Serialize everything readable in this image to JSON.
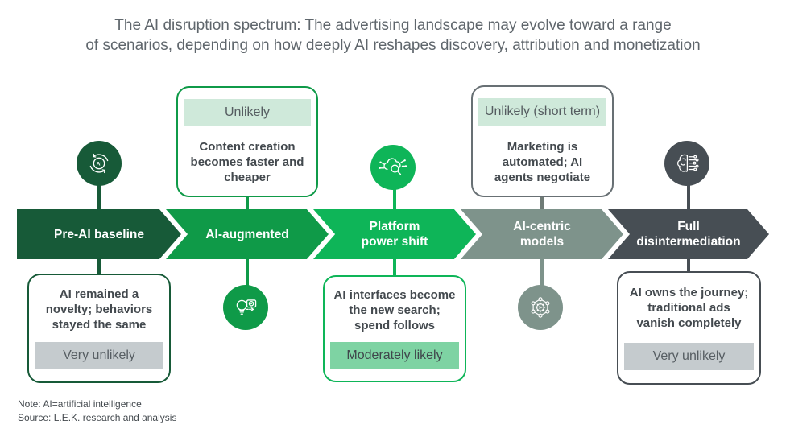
{
  "title": "The AI disruption spectrum: The advertising landscape may evolve toward a range\nof scenarios, depending on how deeply AI reshapes discovery, attribution and monetization",
  "colors": {
    "dark_green": "#175A38",
    "green": "#0F9A48",
    "bright_green": "#0EB558",
    "gray_green": "#7E938B",
    "dark_gray": "#474E54",
    "badge_light_green": "#CFE9DA",
    "badge_medium_green": "#7ED3A3",
    "badge_gray": "#C5CBCE",
    "text_dark": "#43494E",
    "title_gray": "#5F666C"
  },
  "stages": [
    {
      "label": "Pre-AI baseline",
      "arrow_color": "#175A38",
      "icon": "ai-refresh-icon",
      "icon_position": "top",
      "callout": {
        "position": "bottom",
        "text": "AI remained a\nnovelty; behaviors\nstayed the same",
        "badge": "Very unlikely",
        "badge_color": "#C5CBCE"
      }
    },
    {
      "label": "AI-augmented",
      "arrow_color": "#0F9A48",
      "icon": "lightbulb-video-icon",
      "icon_position": "bottom",
      "callout": {
        "position": "top",
        "text": "Content creation\nbecomes faster and\ncheaper",
        "badge": "Unlikely",
        "badge_color": "#CFE9DA"
      }
    },
    {
      "label": "Platform\npower shift",
      "arrow_color": "#0EB558",
      "icon": "cloud-search-icon",
      "icon_position": "top",
      "callout": {
        "position": "bottom",
        "text": "AI interfaces become\nthe new search;\nspend follows",
        "badge": "Moderately likely",
        "badge_color": "#7ED3A3"
      }
    },
    {
      "label": "AI-centric\nmodels",
      "arrow_color": "#7E938B",
      "icon": "network-nodes-icon",
      "icon_position": "bottom",
      "callout": {
        "position": "top",
        "text": "Marketing is\nautomated; AI\nagents negotiate",
        "badge": "Unlikely (short term)",
        "badge_color": "#CFE9DA"
      }
    },
    {
      "label": "Full\ndisintermediation",
      "arrow_color": "#474E54",
      "icon": "brain-circuit-icon",
      "icon_position": "top",
      "callout": {
        "position": "bottom",
        "text": "AI owns the journey;\ntraditional ads\nvanish completely",
        "badge": "Very unlikely",
        "badge_color": "#C5CBCE"
      }
    }
  ],
  "footer": {
    "note": "Note: AI=artificial intelligence",
    "source": "Source: L.E.K. research and analysis"
  }
}
